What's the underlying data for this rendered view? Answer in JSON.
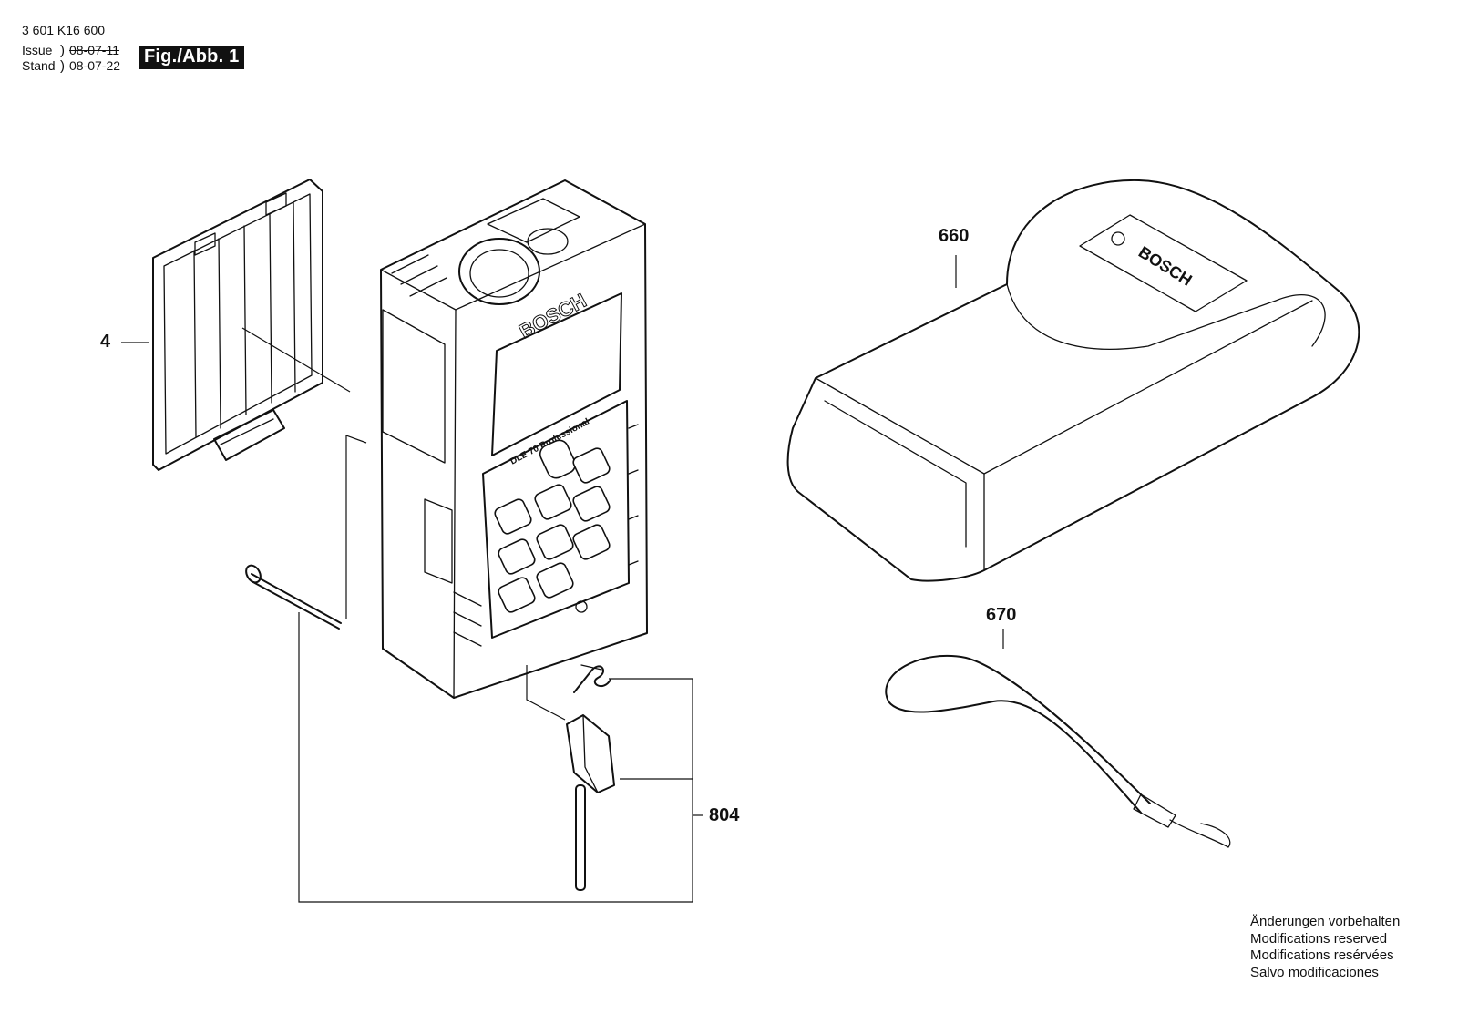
{
  "header": {
    "part_number": "3 601 K16 600",
    "issue_label": "Issue",
    "issue_date": "08-07-11",
    "stand_label": "Stand",
    "stand_date": "08-07-22",
    "figure_label": "Fig./Abb. 1"
  },
  "callouts": {
    "battery_cover": "4",
    "carrying_case": "660",
    "wrist_strap": "670",
    "hinge_set": "804"
  },
  "device": {
    "brand": "BOSCH",
    "model": "DLE 70 Professional"
  },
  "case": {
    "brand": "BOSCH"
  },
  "notes": [
    "Änderungen vorbehalten",
    "Modifications reserved",
    "Modifications resérvées",
    "Salvo modificaciones"
  ]
}
